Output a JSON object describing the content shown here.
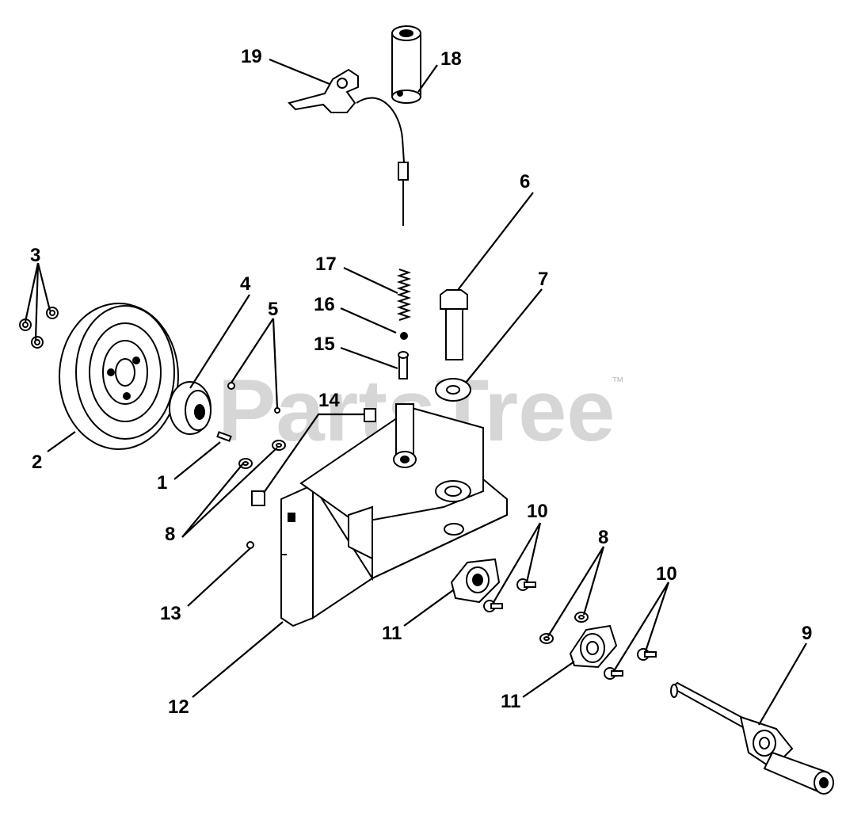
{
  "watermark": {
    "brand": "PartsTree",
    "trademark": "™"
  },
  "callouts": {
    "c1": "1",
    "c2": "2",
    "c3": "3",
    "c4": "4",
    "c5": "5",
    "c6": "6",
    "c7": "7",
    "c8a": "8",
    "c8b": "8",
    "c9": "9",
    "c10a": "10",
    "c10b": "10",
    "c11a": "11",
    "c11b": "11",
    "c12": "12",
    "c13": "13",
    "c14": "14",
    "c15": "15",
    "c16": "16",
    "c17": "17",
    "c18": "18",
    "c19": "19"
  },
  "colors": {
    "ink": "#000000",
    "fill": "#ffffff",
    "watermark": "#cfcfcf"
  }
}
